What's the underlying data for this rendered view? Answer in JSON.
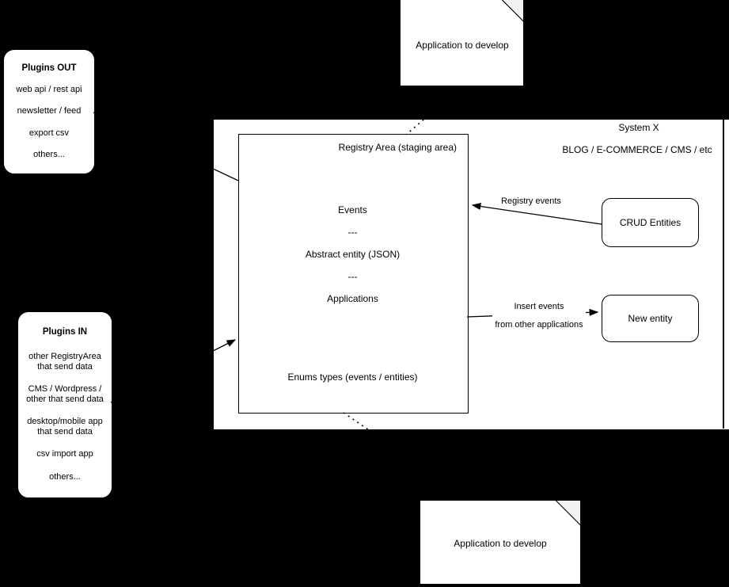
{
  "notes": {
    "top": {
      "label": "Application to develop"
    },
    "bottom": {
      "label": "Application to develop"
    }
  },
  "plugins_out": {
    "title": "Plugins OUT",
    "items": [
      "web api / rest api",
      "newsletter / feed",
      "export csv",
      "others..."
    ]
  },
  "plugins_in": {
    "title": "Plugins IN",
    "items": [
      "other RegistryArea that send data",
      "CMS / Wordpress / other that send data",
      "desktop/mobile app that send data",
      "csv import app",
      "others..."
    ]
  },
  "system": {
    "title": "System X",
    "subtitle": "BLOG / E-COMMERCE / CMS / etc"
  },
  "registry": {
    "title": "Registry Area (staging area)",
    "lines": [
      "Events",
      "---",
      "Abstract entity (JSON)",
      "---",
      "Applications"
    ],
    "footer": "Enums types (events / entities)"
  },
  "nodes": {
    "crud": "CRUD Entities",
    "new_entity": "New entity"
  },
  "edges": {
    "registry_events": "Registry events",
    "insert_events_line1": "Insert events",
    "insert_events_line2": "from other applications"
  },
  "colors": {
    "background": "#000000",
    "shape_fill": "#ffffff",
    "stroke": "#000000",
    "fold_fill": "#f2f2f2"
  }
}
